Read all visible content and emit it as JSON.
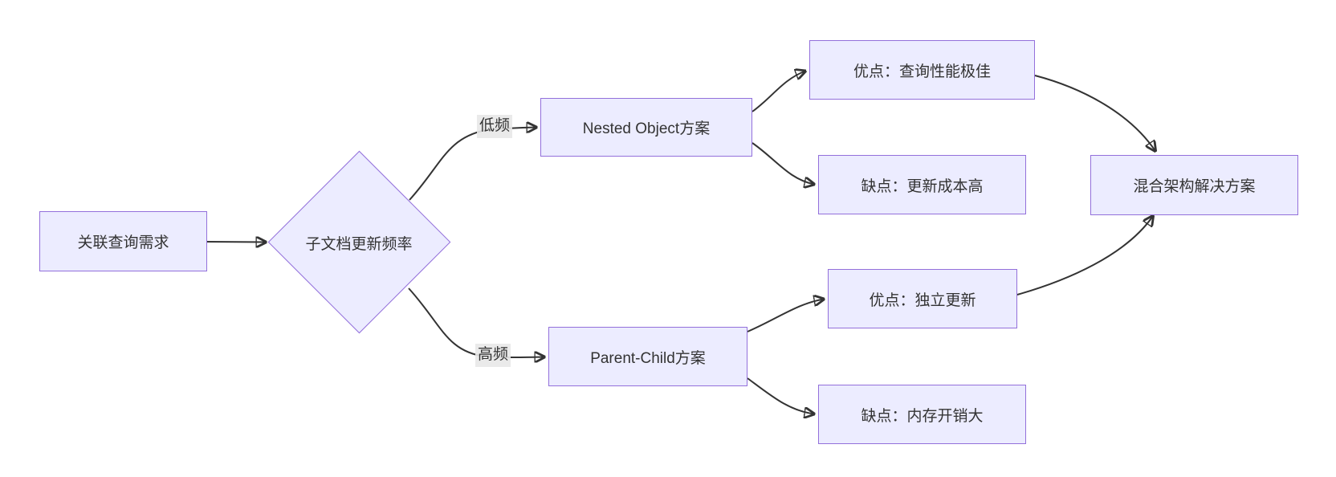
{
  "diagram": {
    "type": "flowchart",
    "direction": "left-to-right",
    "colors": {
      "node_fill": "#ECECFF",
      "node_border": "#9370DB",
      "edge_stroke": "#333333",
      "text": "#333333",
      "edge_label_bg": "#e8e8e8",
      "background": "#ffffff"
    },
    "nodes": {
      "start": {
        "label": "关联查询需求",
        "shape": "rect"
      },
      "decision": {
        "label": "子文档更新频率",
        "shape": "diamond"
      },
      "nested": {
        "label": "Nested Object方案",
        "shape": "rect"
      },
      "parentchild": {
        "label": "Parent-Child方案",
        "shape": "rect"
      },
      "nested_pro": {
        "label": "优点：查询性能极佳",
        "shape": "rect"
      },
      "nested_con": {
        "label": "缺点：更新成本高",
        "shape": "rect"
      },
      "pc_pro": {
        "label": "优点：独立更新",
        "shape": "rect"
      },
      "pc_con": {
        "label": "缺点：内存开销大",
        "shape": "rect"
      },
      "hybrid": {
        "label": "混合架构解决方案",
        "shape": "rect"
      }
    },
    "edge_labels": {
      "low": "低频",
      "high": "高频"
    },
    "edges": [
      {
        "from": "start",
        "to": "decision",
        "label": ""
      },
      {
        "from": "decision",
        "to": "nested",
        "label": "低频"
      },
      {
        "from": "decision",
        "to": "parentchild",
        "label": "高频"
      },
      {
        "from": "nested",
        "to": "nested_pro",
        "label": ""
      },
      {
        "from": "nested",
        "to": "nested_con",
        "label": ""
      },
      {
        "from": "parentchild",
        "to": "pc_pro",
        "label": ""
      },
      {
        "from": "parentchild",
        "to": "pc_con",
        "label": ""
      },
      {
        "from": "nested_pro",
        "to": "hybrid",
        "label": ""
      },
      {
        "from": "pc_pro",
        "to": "hybrid",
        "label": ""
      }
    ]
  }
}
